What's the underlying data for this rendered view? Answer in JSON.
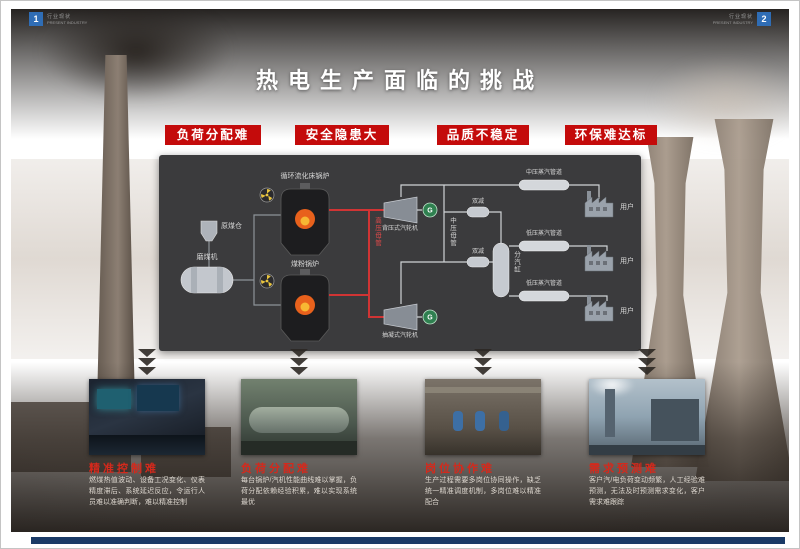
{
  "colors": {
    "accent_red": "#c40b0b",
    "badge_blue": "#2f6db5",
    "footer_navy": "#1a3a66",
    "diagram_bg": "#3b3b3d"
  },
  "badges": {
    "left": {
      "num": "1",
      "line1": "行业现状",
      "line2": "PRESENT INDUSTRY"
    },
    "right": {
      "num": "2",
      "line1": "行业现状",
      "line2": "PRESENT INDUSTRY"
    }
  },
  "title": "热电生产面临的挑战",
  "tags": [
    "负荷分配难",
    "安全隐患大",
    "品质不稳定",
    "环保难达标"
  ],
  "diagram": {
    "boiler_top": "循环流化床锅炉",
    "boiler_bottom": "煤粉锅炉",
    "coal_bunker": "原煤仓",
    "mill": "磨煤机",
    "hp_header": "高压母管",
    "mp_header": "中压母管",
    "turbine_back_pressure": "背压式汽轮机",
    "turbine_extraction": "抽凝式汽轮机",
    "generator": "G",
    "reducer1": "双减",
    "reducer2": "双减",
    "distributor": "分汽缸",
    "mp_steam_pipe": "中压蒸汽管道",
    "lp_steam_pipe1": "低压蒸汽管道",
    "lp_steam_pipe2": "低压蒸汽管道",
    "user1": "用户",
    "user2": "用户",
    "user3": "用户"
  },
  "cards": [
    {
      "title": "精准控制难",
      "desc": "燃煤热值波动、设备工况变化、仪表精度滞后、系统延迟反应，令运行人员难以准确判断，难以精准控制"
    },
    {
      "title": "负荷分配难",
      "desc": "每台锅炉/汽机性能曲线难以掌握，负荷分配依赖经验积累，难以实现系统最优"
    },
    {
      "title": "岗位协作难",
      "desc": "生产过程需要多岗位协同操作，缺乏统一精准调度机制，多岗位难以精准配合"
    },
    {
      "title": "需求预测难",
      "desc": "客户汽/电负荷变动频繁，人工经验难预测，无法及时预测需求变化，客户需求难跟踪"
    }
  ]
}
